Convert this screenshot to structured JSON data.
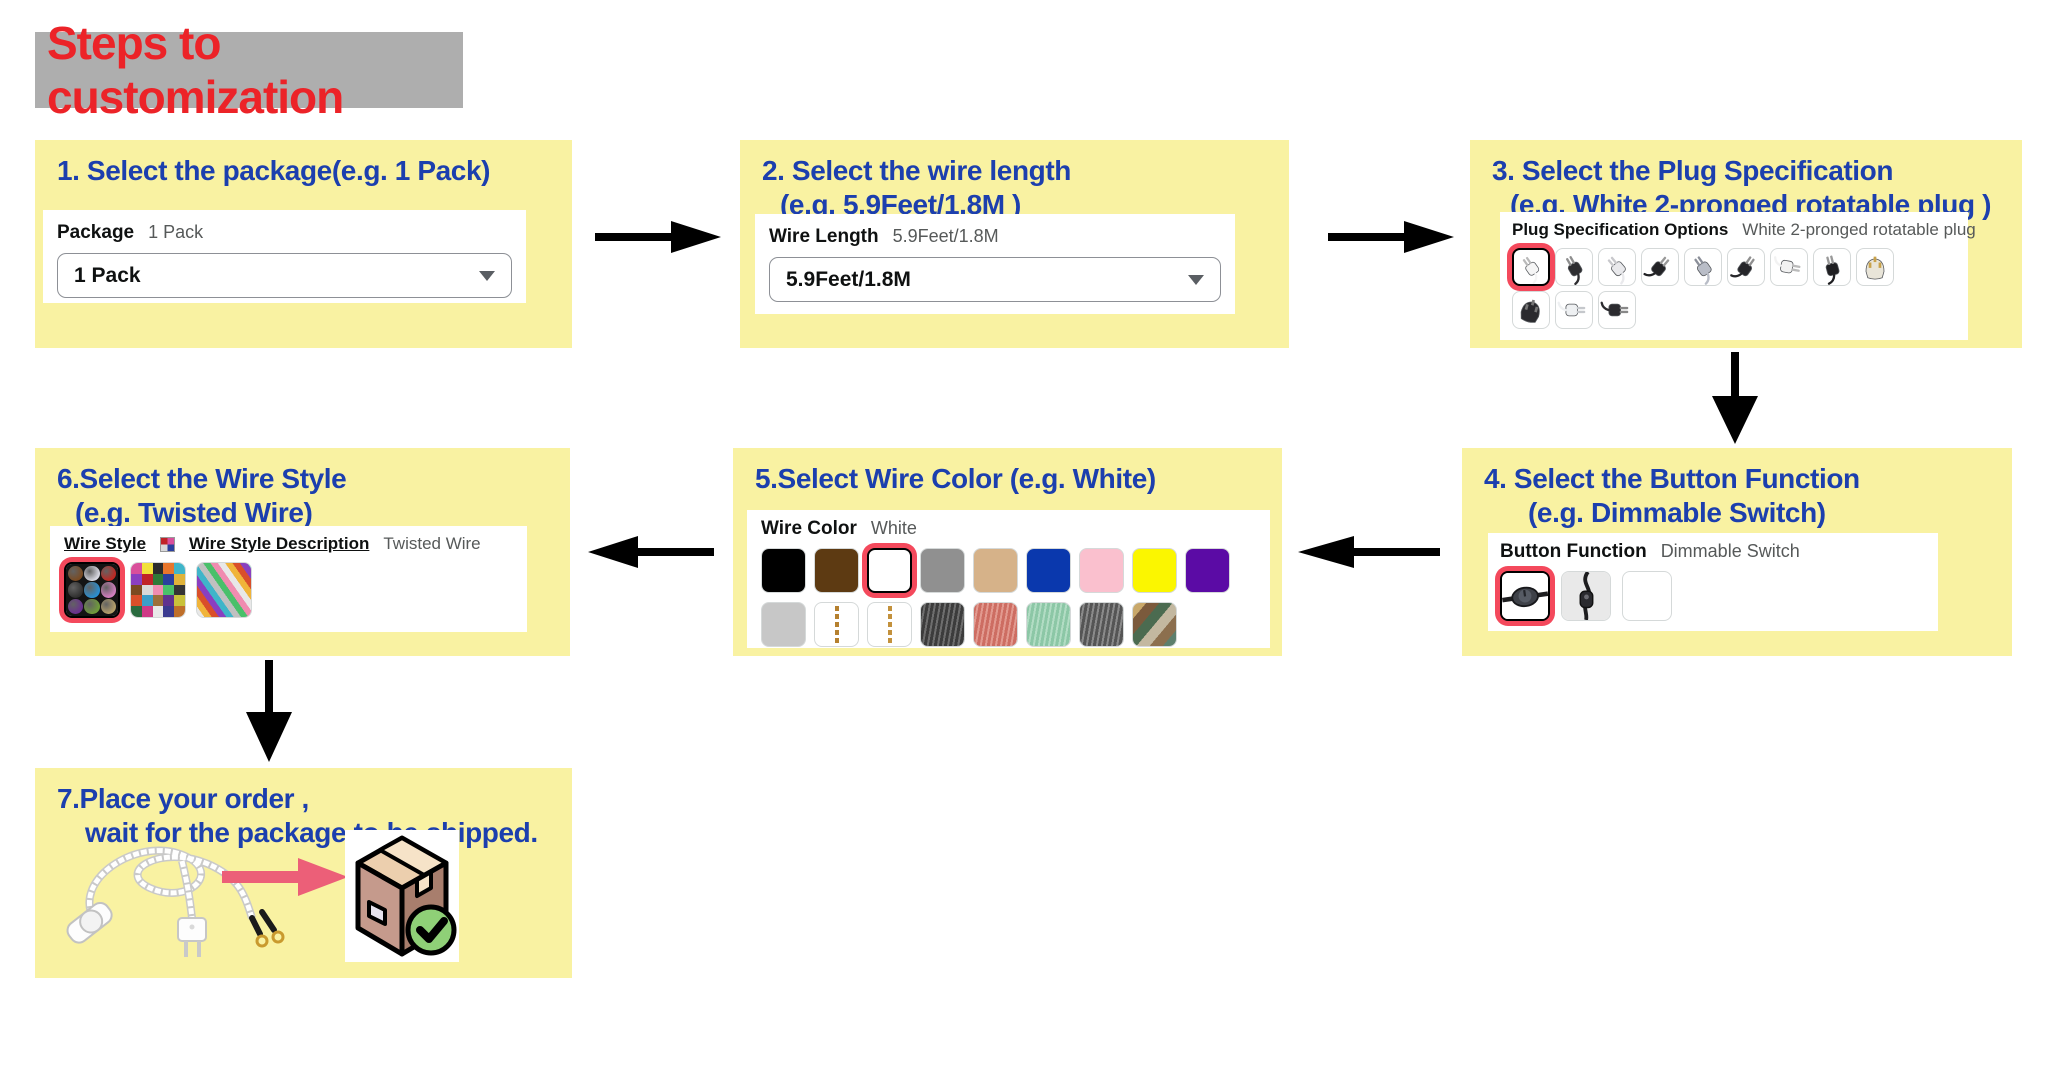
{
  "title": {
    "text": "Steps to customization"
  },
  "palette": {
    "yellow": "#f9f2a2",
    "heading-blue": "#1c3fae",
    "title-red": "#ec2328",
    "title-bg-gray": "#aeaeae",
    "label-black": "#0f1111",
    "value-gray": "#565959",
    "tile-border": "#d5d9d9",
    "select-ring": "#f4495c",
    "dropdown-border": "#8d9096",
    "arrow-black": "#000000",
    "pink-arrow": "#ec5f78",
    "box-green": "#8fd077"
  },
  "steps": {
    "step1": {
      "title": "1. Select the package(e.g. 1 Pack)",
      "label": "Package",
      "value": "1 Pack",
      "dropdown_value": "1 Pack"
    },
    "step2": {
      "title_line1": "2. Select the wire length",
      "title_line2": "(e.g. 5.9Feet/1.8M )",
      "label": "Wire Length",
      "value": "5.9Feet/1.8M",
      "dropdown_value": "5.9Feet/1.8M"
    },
    "step3": {
      "title_line1": "3. Select the Plug Specification",
      "title_line2": "(e.g. White 2-pronged rotatable plug )",
      "label": "Plug Specification Options",
      "value": "White 2-pronged rotatable plug",
      "options": [
        {
          "name": "white-2-pronged-rotatable-plug",
          "color": "#f5f5f5",
          "prong": "#b9b9b9",
          "rot": -35,
          "selected": true
        },
        {
          "name": "black-plug",
          "color": "#2d2d30",
          "prong": "#8f8f8f",
          "rot": -30
        },
        {
          "name": "white-clear-plug",
          "color": "#e9e9ec",
          "prong": "#c8c8cc",
          "rot": -40
        },
        {
          "name": "black-angled-plug",
          "color": "#222225",
          "prong": "#999999",
          "rot": 40
        },
        {
          "name": "silver-plug",
          "color": "#b9bdc7",
          "prong": "#8b8f99",
          "rot": -35
        },
        {
          "name": "black-large-plug",
          "color": "#26262a",
          "prong": "#8f8f8f",
          "rot": 35
        },
        {
          "name": "white-small-plug",
          "color": "#f2f2f2",
          "prong": "#bbbbbb",
          "rot": 100
        },
        {
          "name": "black-rotatable-plug",
          "color": "#1f1f22",
          "prong": "#999999",
          "rot": -15
        },
        {
          "name": "white-uk-plug",
          "color": "#e9e5d9",
          "prong": "#c9a24a",
          "rot": 0,
          "shape": "uk"
        },
        {
          "name": "black-uk-plug",
          "color": "#2a2a2e",
          "prong": "#777777",
          "rot": 15,
          "shape": "uk"
        },
        {
          "name": "white-eu-plug",
          "color": "#eef0f2",
          "prong": "#c5c8cc",
          "rot": 90
        },
        {
          "name": "black-eu-plug",
          "color": "#2b2b2f",
          "prong": "#888888",
          "rot": 90
        }
      ]
    },
    "step4": {
      "title_line1": "4. Select the Button Function",
      "title_line2": "(e.g. Dimmable Switch)",
      "label": "Button Function",
      "value": "Dimmable Switch",
      "options": [
        {
          "name": "dimmable-switch",
          "type": "dimmer",
          "selected": true
        },
        {
          "name": "inline-on-off-switch",
          "type": "switch"
        },
        {
          "name": "no-switch",
          "type": "blank"
        }
      ]
    },
    "step5": {
      "title": "5.Select Wire Color (e.g. White)",
      "label": "Wire Color",
      "value": "White",
      "row1": [
        {
          "name": "black",
          "type": "solid",
          "color": "#000000"
        },
        {
          "name": "brown",
          "type": "solid",
          "color": "#5d3a12"
        },
        {
          "name": "white",
          "type": "solid",
          "color": "#ffffff",
          "selected": true
        },
        {
          "name": "gray",
          "type": "solid",
          "color": "#909090"
        },
        {
          "name": "tan",
          "type": "solid",
          "color": "#d6b289"
        },
        {
          "name": "blue",
          "type": "solid",
          "color": "#0a38ad"
        },
        {
          "name": "pink",
          "type": "solid",
          "color": "#fac0ce"
        },
        {
          "name": "yellow",
          "type": "solid",
          "color": "#fbf600"
        },
        {
          "name": "purple",
          "type": "solid",
          "color": "#5b0ba5"
        }
      ],
      "row2": [
        {
          "name": "light-gray",
          "type": "solid",
          "color": "#c7c7c7"
        },
        {
          "name": "white-gold-twist",
          "type": "stripe",
          "color": "#ffffff",
          "stripe": "#b5802f"
        },
        {
          "name": "white-gold-twist-thin",
          "type": "stripe",
          "color": "#ffffff",
          "stripe": "#c3913c"
        },
        {
          "name": "black-braided",
          "type": "braid",
          "color": "#3c3c3c",
          "alt": "#6e6e6e"
        },
        {
          "name": "salmon-braided",
          "type": "braid",
          "color": "#cd6d62",
          "alt": "#e29a90"
        },
        {
          "name": "mint-braided",
          "type": "braid",
          "color": "#8cc7a6",
          "alt": "#b2dcc4"
        },
        {
          "name": "dark-gray-braided",
          "type": "braid",
          "color": "#555555",
          "alt": "#8a8a8a"
        },
        {
          "name": "multicolor-wires",
          "type": "multi",
          "colors": [
            "#c9a86a",
            "#7b5a3c",
            "#4b6b50",
            "#c3b8a0",
            "#8c6f4e",
            "#5d7f6d"
          ]
        }
      ]
    },
    "step6": {
      "title_line1": "6.Select the Wire Style",
      "title_line2": "(e.g. Twisted Wire)",
      "label1": "Wire Style",
      "label2": "Wire Style Description",
      "value": "Twisted Wire",
      "options": [
        {
          "name": "twisted-wire",
          "type": "spools",
          "selected": true,
          "colors": [
            "#7a4a21",
            "#d9d9e2",
            "#c02822",
            "#30302f",
            "#2a8fd0",
            "#d37fc0",
            "#6a2f8f",
            "#6f9c3a",
            "#b7a06a"
          ]
        },
        {
          "name": "fabric-swatch-grid",
          "type": "mosaic",
          "colors": [
            "#d94f9b",
            "#f2e23a",
            "#2c2c2c",
            "#e8762c",
            "#3fb5c9",
            "#8a3fc0",
            "#c02328",
            "#2f7a38",
            "#2a3f9e",
            "#e0b33a",
            "#7a4a21",
            "#d9d9d9",
            "#f08cb0",
            "#49c06a",
            "#353535",
            "#d94f2a",
            "#3a9ec9",
            "#9c6f3a",
            "#60318f",
            "#c9c23a",
            "#2a6b3f",
            "#ce3a86",
            "#e8e8e8",
            "#3a3a8f",
            "#bf6f2a"
          ]
        },
        {
          "name": "colorful-wire-bundle",
          "type": "bundle",
          "colors": [
            "#e8e8e8",
            "#f0b43a",
            "#d94f2a",
            "#8a3fc0",
            "#3fb5c9",
            "#c0c0c0",
            "#49c06a",
            "#f08cb0"
          ]
        }
      ]
    },
    "step7": {
      "title_line1": "7.Place your order ,",
      "title_line2": "wait for the package to be shipped."
    }
  }
}
